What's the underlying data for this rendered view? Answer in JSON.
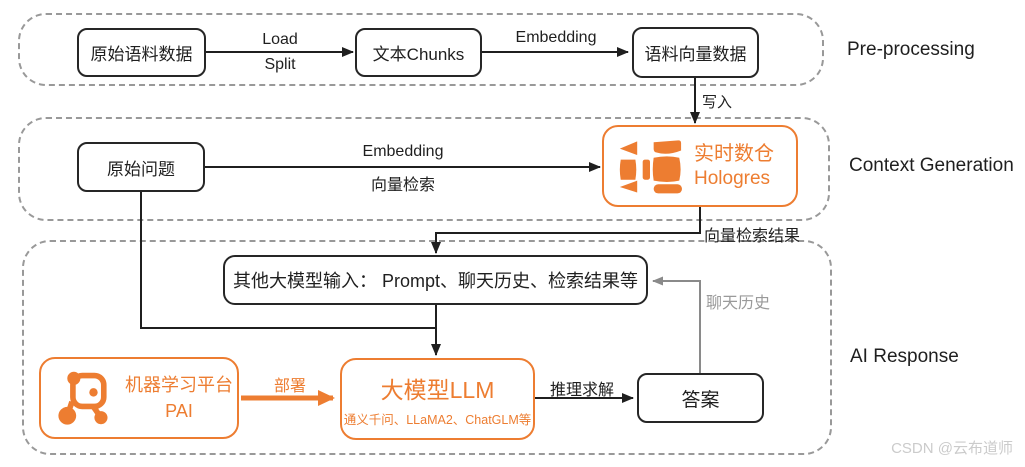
{
  "sections": {
    "preprocessing": {
      "label": "Pre-processing"
    },
    "context_generation": {
      "label": "Context Generation"
    },
    "ai_response": {
      "label": "AI Response"
    }
  },
  "nodes": {
    "raw_corpus": {
      "label": "原始语料数据"
    },
    "text_chunks": {
      "label": "文本Chunks"
    },
    "corpus_vectors": {
      "label": "语料向量数据"
    },
    "raw_question": {
      "label": "原始问题"
    },
    "hologres": {
      "title": "实时数仓",
      "subtitle": "Hologres",
      "icon": "hologres-icon"
    },
    "llm_inputs": {
      "label": "其他大模型输入： Prompt、聊天历史、检索结果等"
    },
    "pai": {
      "title": "机器学习平台",
      "subtitle": "PAI",
      "icon": "pai-icon"
    },
    "llm": {
      "title": "大模型LLM",
      "subtitle": "通义千问、LLaMA2、ChatGLM等"
    },
    "answer": {
      "label": "答案"
    }
  },
  "edges": {
    "load": {
      "label": "Load"
    },
    "split": {
      "label": "Split"
    },
    "embedding_top": {
      "label": "Embedding"
    },
    "write": {
      "label": "写入"
    },
    "embedding_query": {
      "label": "Embedding"
    },
    "vector_search": {
      "label": "向量检索"
    },
    "vector_search_result": {
      "label": "向量检索结果"
    },
    "deploy": {
      "label": "部署"
    },
    "inference": {
      "label": "推理求解"
    },
    "chat_history": {
      "label": "聊天历史"
    }
  },
  "watermark": {
    "label": "CSDN @云布道师"
  },
  "colors": {
    "accent_orange": "#ED7D31",
    "line_black": "#1F1F1F",
    "frame_gray": "#999999",
    "feedback_gray": "#8A8A8A",
    "watermark_gray": "#CBCBCB"
  }
}
